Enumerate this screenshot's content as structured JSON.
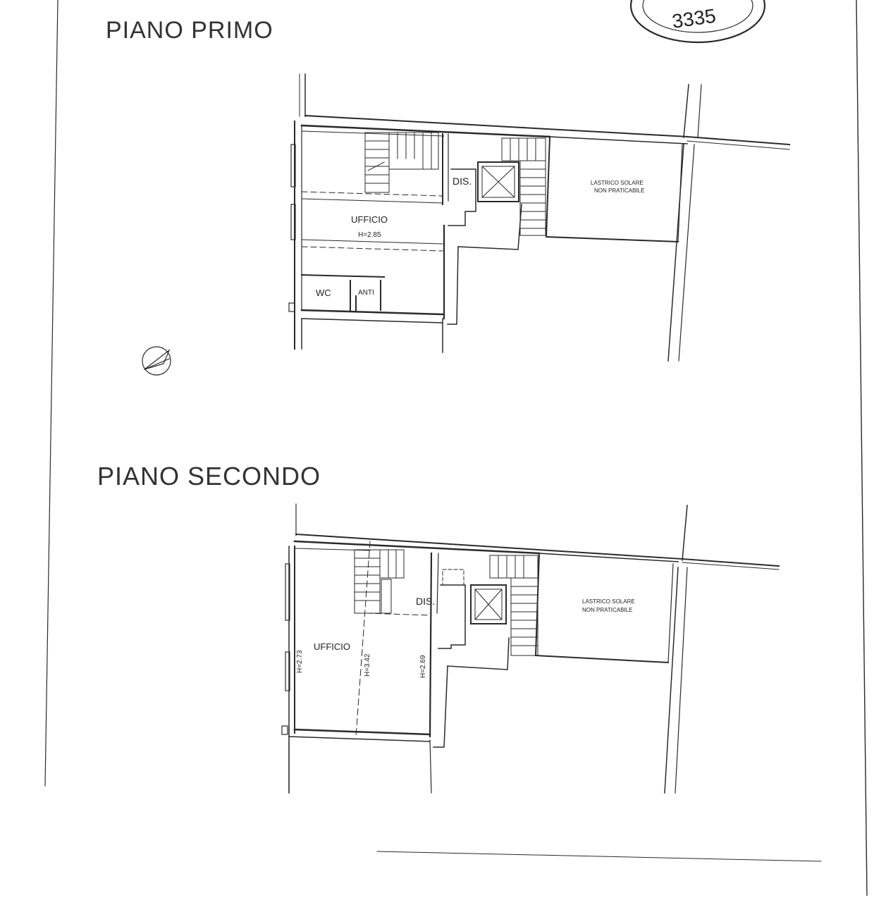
{
  "sheet": {
    "floors": [
      {
        "title": "PIANO PRIMO",
        "rooms": {
          "dis": "DIS.",
          "ufficio": "UFFICIO",
          "ufficio_height": "H=2.85",
          "wc": "WC",
          "anti": "ANTI",
          "terrace_line1": "LASTRICO SOLARE",
          "terrace_line2": "NON PRATICABILE"
        }
      },
      {
        "title": "PIANO SECONDO",
        "rooms": {
          "dis": "DIS.",
          "ufficio": "UFFICIO",
          "height_left": "H=2.73",
          "height_mid": "H=3.42",
          "height_right": "H=2.69",
          "terrace_line1": "LASTRICO SOLARE",
          "terrace_line2": "NON PRATICABILE"
        }
      }
    ],
    "stamp_text": "3335",
    "colors": {
      "ink": "#2a2a2a",
      "paper": "#ffffff"
    }
  }
}
